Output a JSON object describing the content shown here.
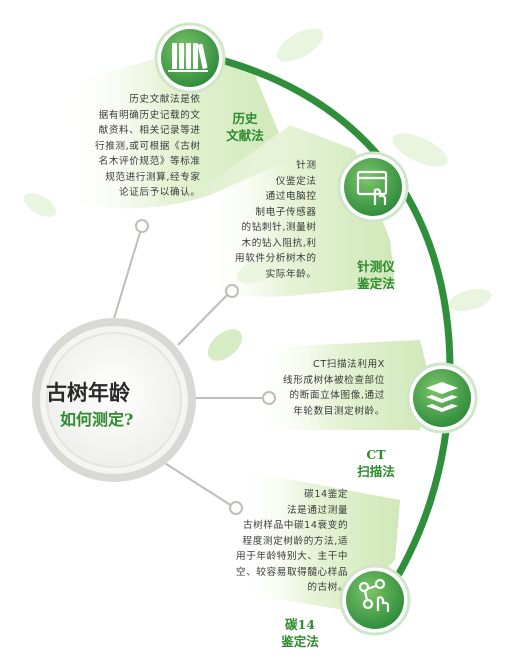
{
  "center": {
    "title": "古树年龄",
    "subtitle": "如何测定?"
  },
  "methods": [
    {
      "label": "历史\n文献法",
      "icon": "books-icon",
      "description": "历史文献法是依\n据有明确历史记载的文\n献资料、相关记录等进\n行推测,或可根据《古树\n名木评价规范》等标准\n规范进行测算,经专家\n论证后予以确认。"
    },
    {
      "label": "针测仪\n鉴定法",
      "icon": "touch-screen-icon",
      "description": "针测\n仪鉴定法\n通过电脑控\n制电子传感器\n的钻刺针,测量树\n木的钻入阻抗,利\n用软件分析树木的\n实际年龄。"
    },
    {
      "label": "CT\n扫描法",
      "icon": "layers-icon",
      "description": "CT扫描法利用X\n线形成树体被检查部位\n的断面立体图像,通过\n年轮数目测定树龄。"
    },
    {
      "label": "碳14\n鉴定法",
      "icon": "network-hand-icon",
      "description": "碳14鉴定\n法是通过测量\n古树样品中碳14衰变的\n程度测定树龄的方法,适\n用于年龄特别大、主干中\n空、较容易取得髓心样品\n的古树。"
    }
  ],
  "colors": {
    "arc": "#2f8f3a",
    "node": "#3e9b45",
    "label": "#2e8b2e",
    "panel": "#dcefc9",
    "hub_ring": "#d8d8d4"
  }
}
